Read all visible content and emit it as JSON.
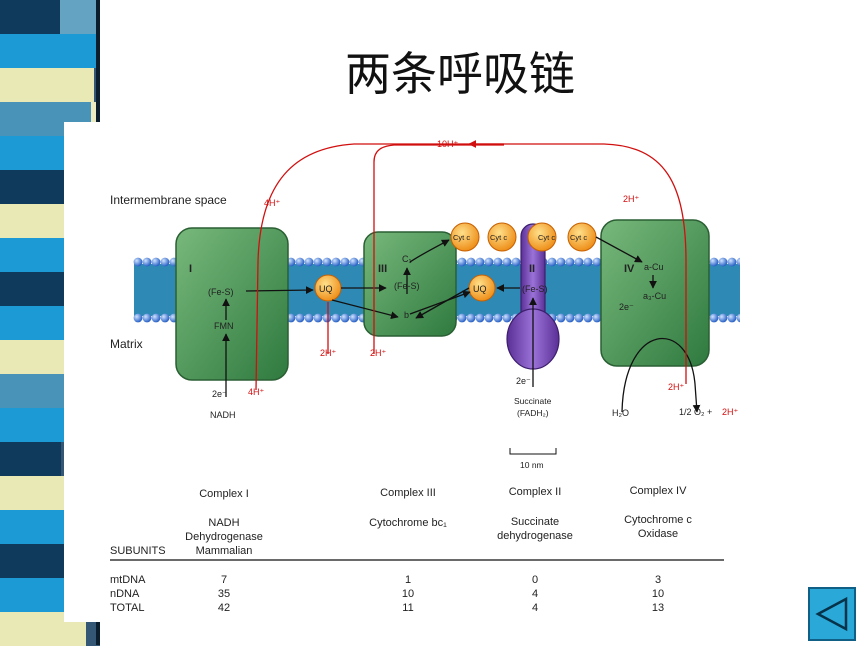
{
  "slide": {
    "title": "两条呼吸链"
  },
  "colors": {
    "stripe_blue": "#1c9ad6",
    "stripe_navy": "#0f3a5c",
    "stripe_cream": "#e9e9b5",
    "stripe_steel": "#4a93b8",
    "complex_green": "#4c9a57",
    "carrier_orange": "#f2a12a",
    "complex2_purple": "#7a4bb8",
    "proton_red": "#d10f0f"
  },
  "diagram": {
    "regions": {
      "top": "Intermembrane space",
      "bottom": "Matrix"
    },
    "complexes": {
      "c1": "I",
      "c3": "III",
      "c2": "II",
      "c4": "IV"
    },
    "protons": {
      "top": "10H⁺",
      "c1_top": "4H⁺",
      "c1_bottom": "4H⁺",
      "uq_bottom": "2H⁺",
      "c3_bottom": "2H⁺",
      "c4_top": "2H⁺",
      "c4_bottom": "2H⁺",
      "o2_side": "2H⁺"
    },
    "carriers": {
      "c1_fes": "(Fe-S)",
      "c1_fmn": "FMN",
      "c3_c1": "C₁",
      "c3_fes": "(Fe-S)",
      "c3_b": "b",
      "c2_fes": "(Fe-S)",
      "c4_acu": "a-Cu",
      "c4_a3cu": "a₃-Cu",
      "c4_2e": "2e⁻",
      "uq_left": "UQ",
      "uq_right": "UQ",
      "cyt": [
        "Cyt c",
        "Cyt c",
        "Cyt c",
        "Cyt c"
      ]
    },
    "inputs": {
      "nadh_2e": "2e⁻",
      "nadh": "NADH",
      "succ_2e": "2e⁻",
      "succinate": "Succinate",
      "fadh2": "(FADH₂)",
      "h2o": "H₂O",
      "o2": "1/2 O₂ +"
    },
    "scale_label": "10 nm"
  },
  "table": {
    "headers": [
      "Complex I",
      "Complex III",
      "Complex II",
      "Complex IV"
    ],
    "names": [
      [
        "NADH",
        "Dehydrogenase",
        "Mammalian"
      ],
      [
        "Cytochrome bc₁"
      ],
      [
        "Succinate",
        "dehydrogenase"
      ],
      [
        "Cytochrome c",
        "Oxidase"
      ]
    ],
    "subunits_label": "SUBUNITS",
    "rows": [
      {
        "label": "mtDNA",
        "values": [
          "7",
          "1",
          "0",
          "3"
        ]
      },
      {
        "label": "nDNA",
        "values": [
          "35",
          "10",
          "4",
          "10"
        ]
      },
      {
        "label": "TOTAL",
        "values": [
          "42",
          "11",
          "4",
          "13"
        ]
      }
    ]
  }
}
